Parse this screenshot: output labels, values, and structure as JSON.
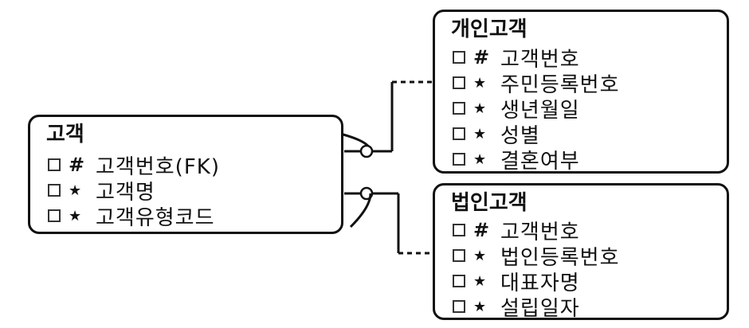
{
  "symbols": {
    "identifier": "#",
    "mandatory": "★"
  },
  "entities": {
    "customer": {
      "title": "고객",
      "attributes": [
        {
          "marker": "#",
          "name": "고객번호(FK)"
        },
        {
          "marker": "★",
          "name": "고객명"
        },
        {
          "marker": "★",
          "name": "고객유형코드"
        }
      ]
    },
    "individual": {
      "title": "개인고객",
      "attributes": [
        {
          "marker": "#",
          "name": "고객번호"
        },
        {
          "marker": "★",
          "name": "주민등록번호"
        },
        {
          "marker": "★",
          "name": "생년월일"
        },
        {
          "marker": "★",
          "name": "성별"
        },
        {
          "marker": "★",
          "name": "결혼여부"
        }
      ]
    },
    "corporate": {
      "title": "법인고객",
      "attributes": [
        {
          "marker": "#",
          "name": "고객번호"
        },
        {
          "marker": "★",
          "name": "법인등록번호"
        },
        {
          "marker": "★",
          "name": "대표자명"
        },
        {
          "marker": "★",
          "name": "설립일자"
        }
      ]
    }
  },
  "relationships": [
    {
      "from": "customer",
      "to": "individual",
      "line_style": "dashed"
    },
    {
      "from": "customer",
      "to": "corporate",
      "line_style": "dashed"
    }
  ],
  "colors": {
    "line": "#111111",
    "background": "#ffffff"
  }
}
